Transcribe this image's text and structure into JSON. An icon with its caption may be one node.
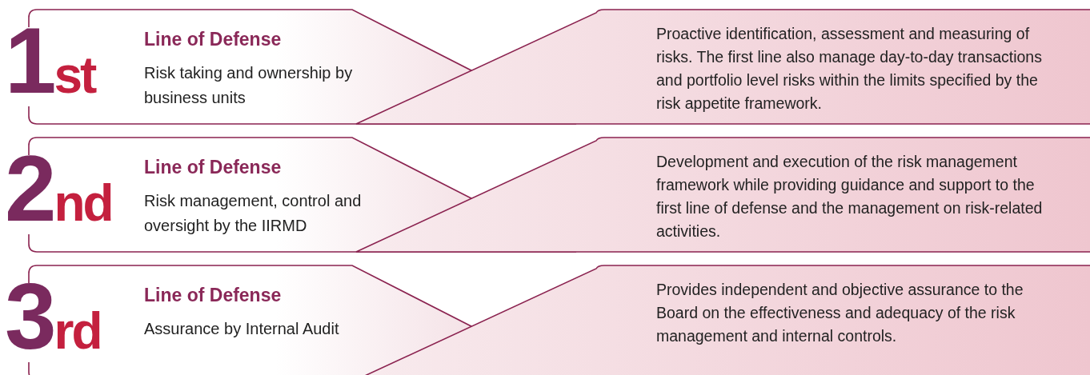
{
  "diagram": {
    "nodes": [
      {
        "text": [
          "1st",
          "Line of Defense",
          "Risk taking and ownership by business units"
        ]
      },
      {
        "text": [
          "Proactive identification, assessment and measuring of risks. The first line also manage day-to-day transactions and portfolio level risks within the limits specified by the risk appetite framework."
        ]
      },
      {
        "text": [
          "2nd",
          "Line of Defense",
          "Risk management, control and oversight by the IIRMD"
        ]
      },
      {
        "text": [
          "Development and execution of the risk management framework while providing guidance and support to the first line of defense and the management on risk-related activities."
        ]
      },
      {
        "text": [
          "3rd",
          "Line of Defense",
          "Assurance by Internal Audit"
        ]
      },
      {
        "text": [
          "Provides independent and objective assurance to the Board on the effectiveness and adequacy of the risk management and internal controls."
        ]
      }
    ]
  }
}
